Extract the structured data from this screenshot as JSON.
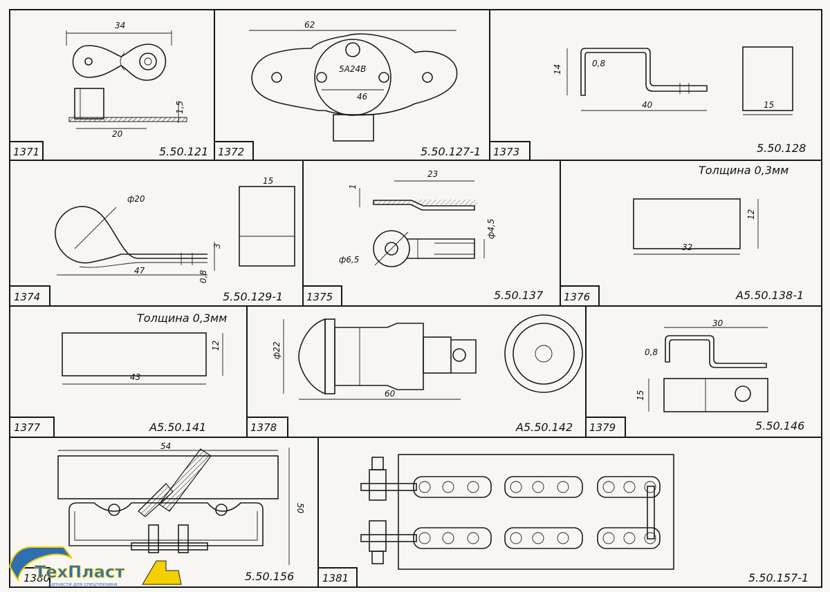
{
  "panels": [
    {
      "number": "1371",
      "code": "5.50.121",
      "dims": [
        "34",
        "1,5",
        "20"
      ]
    },
    {
      "number": "1372",
      "code": "5.50.127-1",
      "dims": [
        "62",
        "46",
        "5A24B"
      ]
    },
    {
      "number": "1373",
      "code": "5.50.128",
      "dims": [
        "14",
        "0,8",
        "40",
        "15"
      ]
    },
    {
      "number": "1374",
      "code": "5.50.129-1",
      "dims": [
        "ф20",
        "15",
        "3",
        "0,8",
        "47"
      ]
    },
    {
      "number": "1375",
      "code": "5.50.137",
      "dims": [
        "23",
        "1",
        "ф4,5",
        "ф6,5"
      ]
    },
    {
      "number": "1376",
      "code": "А5.50.138-1",
      "note": "Толщина 0,3мм",
      "dims": [
        "12",
        "32"
      ]
    },
    {
      "number": "1377",
      "code": "А5.50.141",
      "note": "Толщина 0,3мм",
      "dims": [
        "12",
        "43"
      ]
    },
    {
      "number": "1378",
      "code": "А5.50.142",
      "dims": [
        "ф22",
        "60"
      ]
    },
    {
      "number": "1379",
      "code": "5.50.146",
      "dims": [
        "30",
        "0,8",
        "15"
      ]
    },
    {
      "number": "1380",
      "code": "5.50.156",
      "dims": [
        "54",
        "50"
      ]
    },
    {
      "number": "1381",
      "code": "5.50.157-1",
      "dims": []
    }
  ],
  "watermark": {
    "brand": "ТехПласт",
    "tagline": "запчасти для спецтехники"
  }
}
